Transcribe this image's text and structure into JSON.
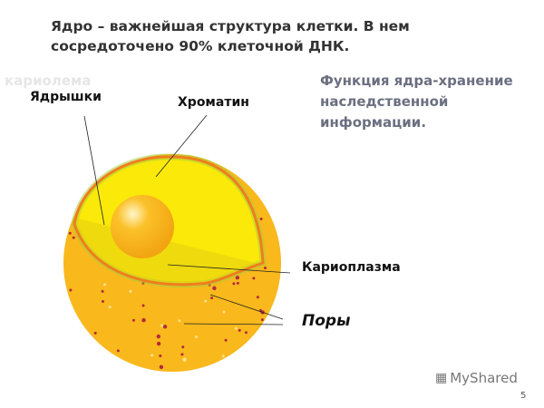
{
  "title": "Ядро – важнейшая структура клетки. В нем\nсосредоточено 90% клеточной ДНК.",
  "labels": {
    "karyolemma": "кариолема",
    "nucleoli": "Ядрышки",
    "chromatin": "Хроматин",
    "karyoplasm": "Кариоплазма",
    "pores": "Поры"
  },
  "function_text": "Функция ядра-хранение\nнаследственной\nинформации.",
  "logo": "MyShared",
  "slide_number": "5",
  "colors": {
    "sphere": "#f9b81c",
    "karyoplasm": "#fbe90a",
    "membrane": "#f07d1e",
    "nucleolus": "#f8b51c",
    "pores": "#b22a3a",
    "function_text": "#6b6f80"
  }
}
